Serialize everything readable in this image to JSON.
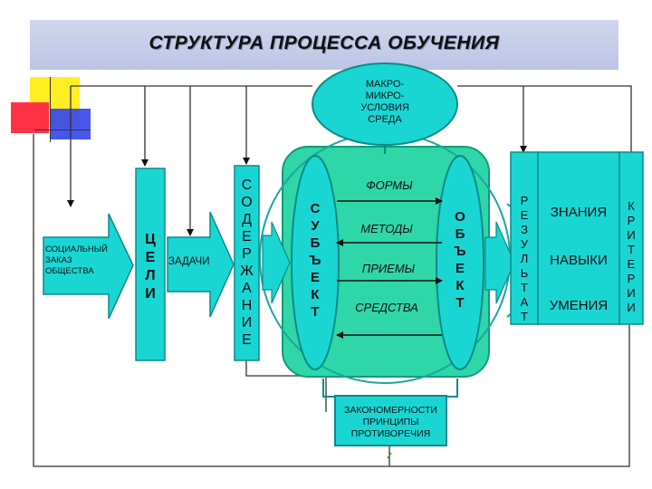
{
  "title": "СТРУКТУРА ПРОЦЕССА ОБУЧЕНИЯ",
  "macro": [
    "МАКРО-",
    "МИКРО-",
    "УСЛОВИЯ",
    "СРЕДА"
  ],
  "social_order": [
    "СОЦИАЛЬНЫЙ",
    "ЗАКАЗ",
    "ОБЩЕСТВА"
  ],
  "goals": [
    "Ц",
    "Е",
    "Л",
    "И"
  ],
  "tasks": "ЗАДАЧИ",
  "content": [
    "С",
    "О",
    "Д",
    "Е",
    "Р",
    "Ж",
    "А",
    "Н",
    "И",
    "Е"
  ],
  "subject": [
    "С",
    "У",
    "Б",
    "Ъ",
    "Е",
    "К",
    "Т"
  ],
  "object": [
    "О",
    "Б",
    "Ъ",
    "Е",
    "К",
    "Т"
  ],
  "means": [
    "ФОРМЫ",
    "МЕТОДЫ",
    "ПРИЕМЫ",
    "СРЕДСТВА"
  ],
  "laws": [
    "ЗАКОНОМЕРНОСТИ",
    "ПРИНЦИПЫ",
    "ПРОТИВОРЕЧИЯ"
  ],
  "result": [
    "Р",
    "Е",
    "З",
    "У",
    "Л",
    "Ь",
    "Т",
    "А",
    "Т"
  ],
  "outcomes": [
    "ЗНАНИЯ",
    "НАВЫКИ",
    "УМЕНИЯ"
  ],
  "criteria": [
    "К",
    "Р",
    "И",
    "Т",
    "Е",
    "Р",
    "И",
    "И"
  ],
  "colors": {
    "cyan": "#19d6d3",
    "teal_box": "#2fd6a8",
    "title_bg": "#c3cbe8",
    "arrow_fill": "#19d6d3",
    "yellow": "#ffee22",
    "red": "#ff3344",
    "blue": "#3344ee"
  }
}
